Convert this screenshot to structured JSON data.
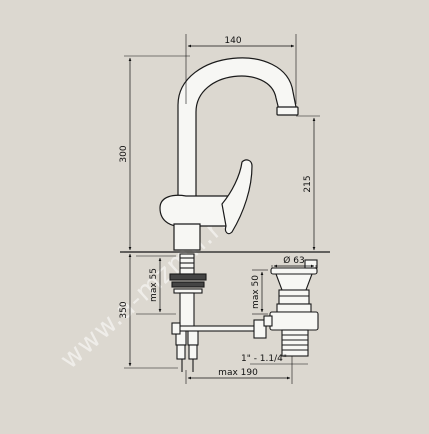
{
  "dimensions": {
    "spout_reach": "140",
    "total_height": "300",
    "spout_height": "215",
    "deck_thickness": "350",
    "shank_max": "max 55",
    "pop_up_max": "max 50",
    "drain_diameter": "Ø 63",
    "drain_thread": "1\" - 1.1/4\"",
    "rod_max": "max 190"
  },
  "watermark": "www.a-mzmn.ru",
  "colors": {
    "background": "#dcd8d0",
    "line": "#1a1a1a",
    "fill": "#f7f7f4"
  }
}
